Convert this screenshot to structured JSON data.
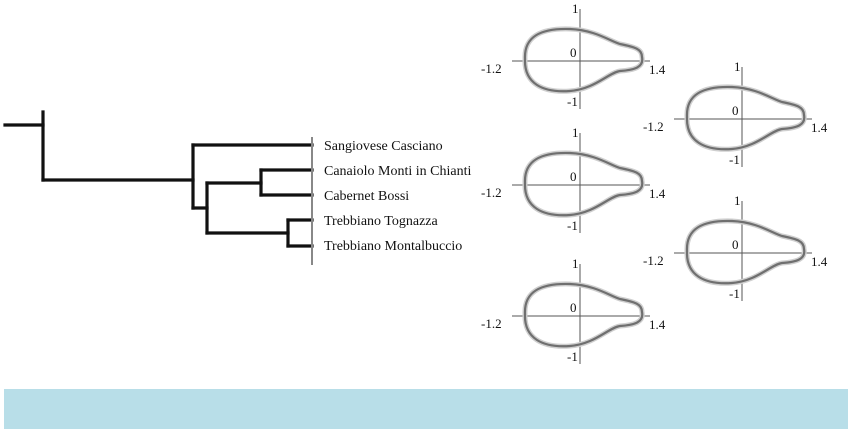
{
  "colors": {
    "footer_bar": "#b8dee8",
    "tree_branch": "#111111",
    "shape_outline": "#6f6f6f",
    "axis": "#555555"
  },
  "dendrogram": {
    "taxa": [
      "Sangiovese Casciano",
      "Canaiolo Monti in Chianti",
      "Cabernet Bossi",
      "Trebbiano Tognazza",
      "Trebbiano Montalbuccio"
    ]
  },
  "shape_plots": {
    "tick_labels": {
      "x_min": "-1.2",
      "x_max": "1.4",
      "y_max": "1",
      "y_min": "-1",
      "origin": "0"
    },
    "count": 5
  }
}
